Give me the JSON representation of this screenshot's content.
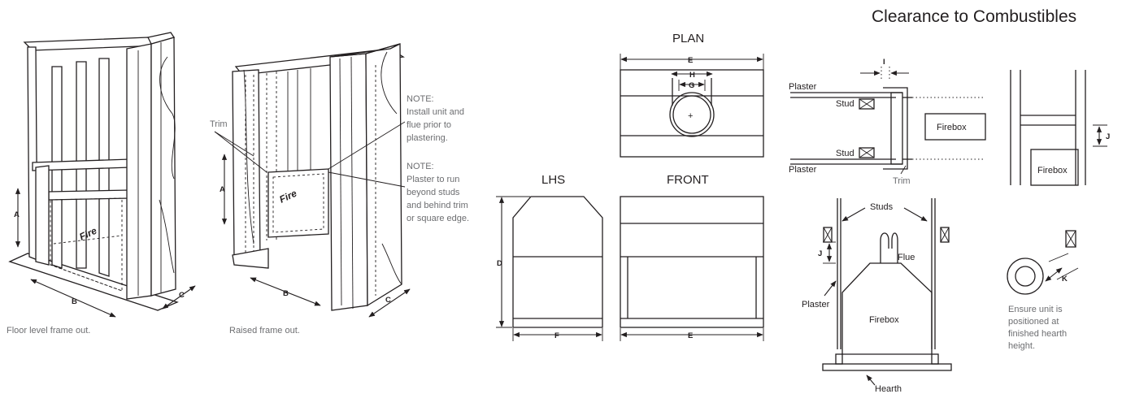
{
  "heading": "Clearance to Combustibles",
  "views": {
    "plan": "PLAN",
    "lhs": "LHS",
    "front": "FRONT"
  },
  "dims": {
    "A": "A",
    "B": "B",
    "C": "C",
    "D": "D",
    "E": "E",
    "F": "F",
    "G": "G",
    "H": "H",
    "I": "I",
    "J": "J",
    "K": "K"
  },
  "labels": {
    "trim": "Trim",
    "fire": "Fire",
    "plaster": "Plaster",
    "stud": "Stud",
    "studs": "Studs",
    "firebox": "Firebox",
    "flue": "Flue",
    "hearth": "Hearth",
    "plus": "+"
  },
  "notes": {
    "install": [
      "NOTE:",
      "Install unit and",
      "flue prior to",
      "plastering."
    ],
    "plaster": [
      "NOTE:",
      "Plaster to run",
      "beyond studs",
      "and behind trim",
      "or square edge."
    ],
    "ensure": [
      "Ensure unit is",
      "positioned at",
      "finished hearth",
      "height."
    ]
  },
  "captions": {
    "floor": "Floor level frame out.",
    "raised": "Raised frame out."
  }
}
